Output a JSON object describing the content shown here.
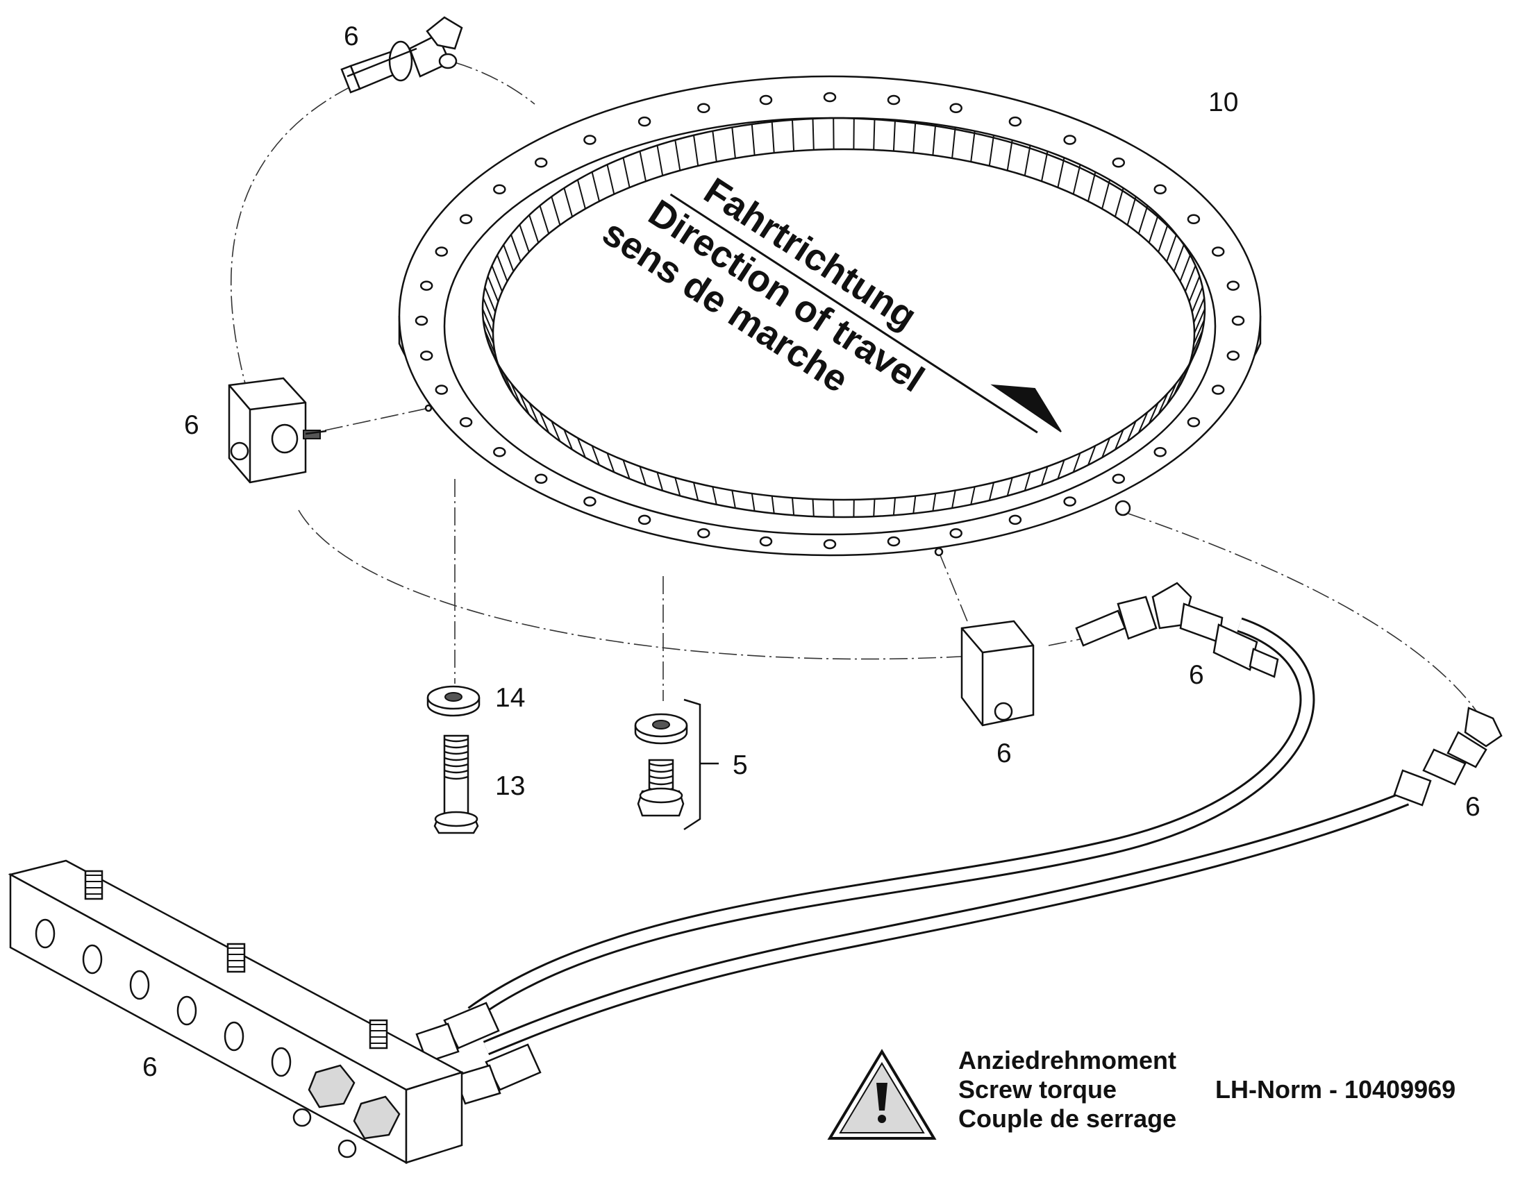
{
  "callouts": {
    "c_6_top": "6",
    "c_10": "10",
    "c_6_block_left": "6",
    "c_14": "14",
    "c_13": "13",
    "c_5": "5",
    "c_6_block_right": "6",
    "c_6_hose": "6",
    "c_6_elbow": "6",
    "c_6_manifold": "6"
  },
  "direction": {
    "line1": "Fahrtrichtung",
    "line2": "Direction of travel",
    "line3": "sens de marche"
  },
  "torque_note": {
    "line1": "Anziedrehmoment",
    "line2": "Screw torque",
    "line3": "Couple de serrage",
    "standard": "LH-Norm - 10409969"
  },
  "icons": {
    "warning": "warning-triangle-icon"
  }
}
